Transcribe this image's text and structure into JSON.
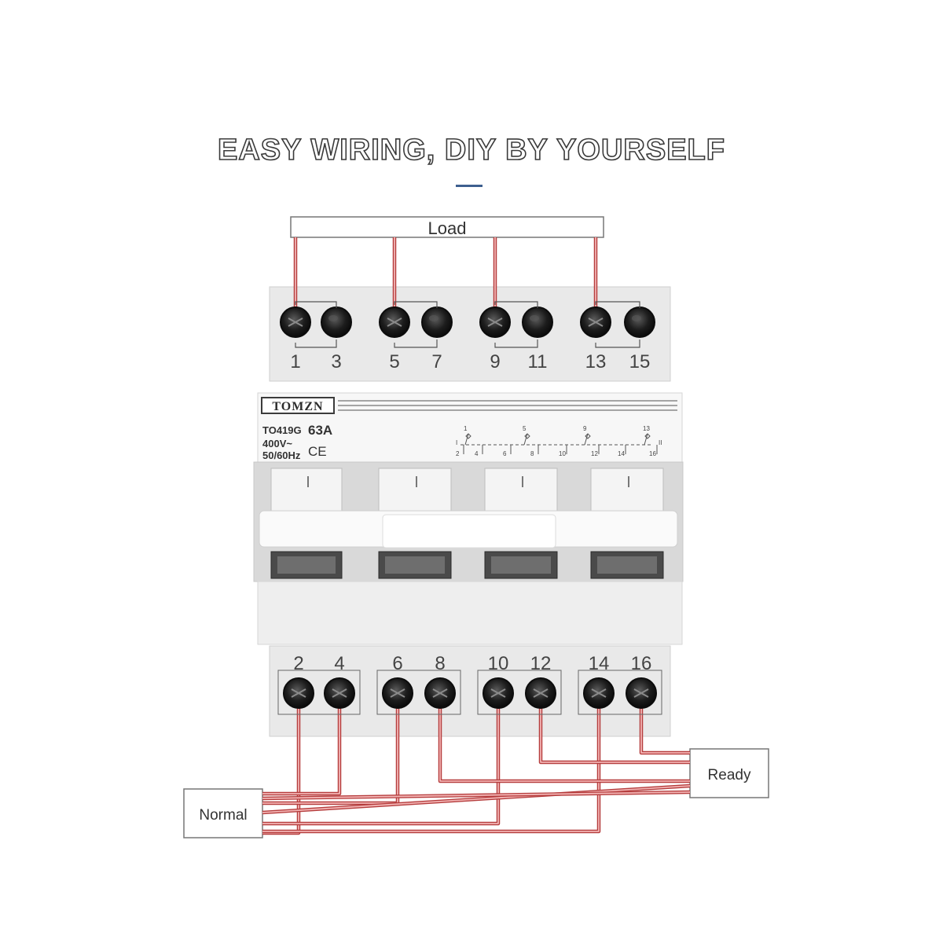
{
  "title": "EASY WIRING, DIY BY YOURSELF",
  "load_label": "Load",
  "normal_label": "Normal",
  "ready_label": "Ready",
  "brand": "TOMZN",
  "model": "TO419G",
  "rating": "63A",
  "voltage": "400V~",
  "frequency": "50/60Hz",
  "ce_mark": "CE",
  "top_terminals": [
    "1",
    "3",
    "5",
    "7",
    "9",
    "11",
    "13",
    "15"
  ],
  "bottom_terminals": [
    "2",
    "4",
    "6",
    "8",
    "10",
    "12",
    "14",
    "16"
  ],
  "schematic_labels": [
    "1",
    "5",
    "9",
    "13",
    "2",
    "4",
    "6",
    "8",
    "10",
    "12",
    "14",
    "16",
    "I",
    "II"
  ],
  "colors": {
    "wire": "#d96a6a",
    "wire_dark": "#b53d3d",
    "body": "#eeeeee",
    "outline": "#555555"
  }
}
